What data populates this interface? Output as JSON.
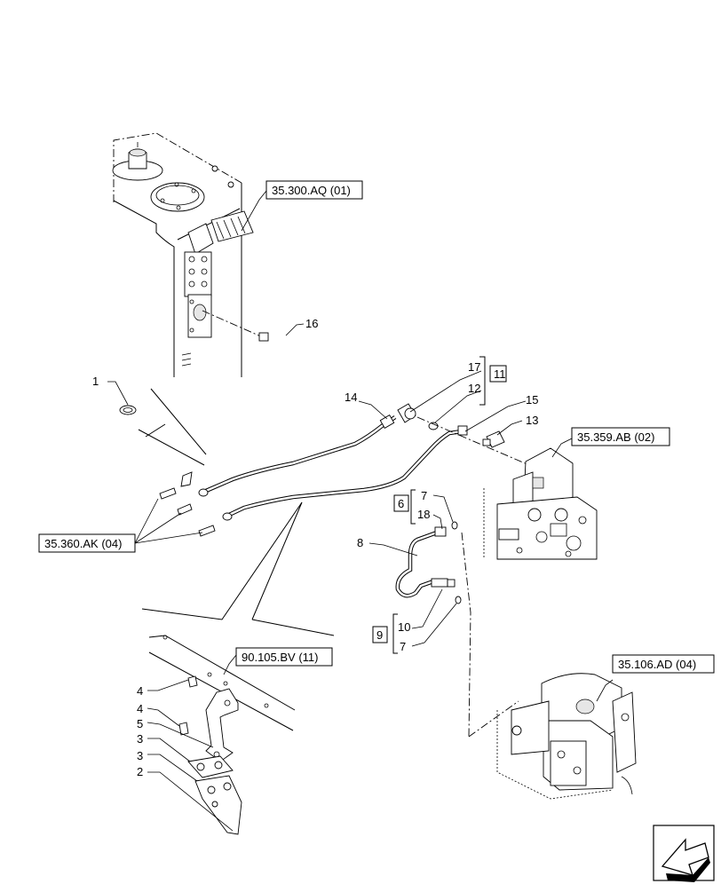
{
  "callouts": {
    "c1": "1",
    "c2": "2",
    "c3a": "3",
    "c3b": "3",
    "c4a": "4",
    "c4b": "4",
    "c5": "5",
    "c6": "6",
    "c7a": "7",
    "c7b": "7",
    "c8": "8",
    "c9": "9",
    "c10": "10",
    "c11": "11",
    "c12": "12",
    "c13": "13",
    "c14": "14",
    "c15": "15",
    "c16": "16",
    "c17": "17",
    "c18": "18"
  },
  "references": {
    "tank": "35.300.AQ (01)",
    "valve": "35.359.AB (02)",
    "hoses": "35.360.AK (04)",
    "bracket": "90.105.BV (11)",
    "pump": "35.106.AD (04)"
  },
  "icons": {
    "nav": "arrow-navigation-icon"
  }
}
